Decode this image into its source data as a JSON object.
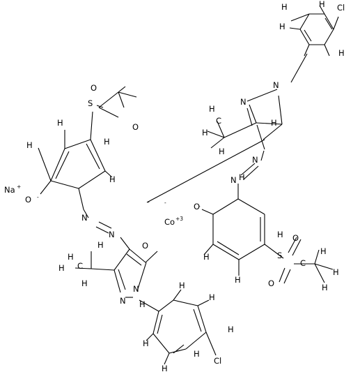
{
  "molecule": {
    "sodium_label": "Na",
    "sodium_charge": "+",
    "cobalt_label": "Co",
    "cobalt_charge": "+3",
    "atom_labels": [
      {
        "id": "cl1",
        "text": "Cl"
      },
      {
        "id": "h1",
        "text": "H"
      },
      {
        "id": "h2",
        "text": "H"
      },
      {
        "id": "h3",
        "text": "H"
      },
      {
        "id": "h4",
        "text": "H"
      },
      {
        "id": "n1",
        "text": "N"
      },
      {
        "id": "n2",
        "text": "N"
      },
      {
        "id": "s1",
        "text": "S"
      },
      {
        "id": "o1",
        "text": "O"
      },
      {
        "id": "o2",
        "text": "O"
      },
      {
        "id": "h5",
        "text": "H"
      },
      {
        "id": "h6",
        "text": "H"
      },
      {
        "id": "h7",
        "text": "H"
      },
      {
        "id": "h8",
        "text": "H"
      },
      {
        "id": "c1",
        "text": "C"
      },
      {
        "id": "h9",
        "text": "H"
      },
      {
        "id": "h10",
        "text": "H"
      },
      {
        "id": "h11",
        "text": "H"
      },
      {
        "id": "h12",
        "text": "H"
      },
      {
        "id": "n3",
        "text": "N"
      },
      {
        "id": "n4",
        "text": "N"
      },
      {
        "id": "o3",
        "text": "O"
      },
      {
        "id": "n5",
        "text": "N"
      },
      {
        "id": "n6",
        "text": "N"
      },
      {
        "id": "o4",
        "text": "O"
      },
      {
        "id": "h13",
        "text": "H"
      },
      {
        "id": "h14",
        "text": "H"
      },
      {
        "id": "h15",
        "text": "H"
      },
      {
        "id": "h16",
        "text": "H"
      },
      {
        "id": "s2",
        "text": "S"
      },
      {
        "id": "o5",
        "text": "O"
      },
      {
        "id": "o6",
        "text": "O"
      },
      {
        "id": "o7",
        "text": "O"
      },
      {
        "id": "c2",
        "text": "C"
      },
      {
        "id": "h17",
        "text": "H"
      },
      {
        "id": "h18",
        "text": "H"
      },
      {
        "id": "h19",
        "text": "H"
      },
      {
        "id": "n7",
        "text": "N"
      },
      {
        "id": "n8",
        "text": "N"
      },
      {
        "id": "h20",
        "text": "H"
      },
      {
        "id": "h21",
        "text": "H"
      },
      {
        "id": "c3",
        "text": "C"
      },
      {
        "id": "h22",
        "text": "H"
      },
      {
        "id": "h23",
        "text": "H"
      },
      {
        "id": "h24",
        "text": "H"
      },
      {
        "id": "h25",
        "text": "H"
      },
      {
        "id": "h26",
        "text": "H"
      },
      {
        "id": "h27",
        "text": "H"
      },
      {
        "id": "cl2",
        "text": "Cl"
      },
      {
        "id": "h28",
        "text": "H"
      },
      {
        "id": "h29",
        "text": "H"
      },
      {
        "id": "h30",
        "text": "H"
      }
    ],
    "anion_charges": [
      {
        "id": "q1",
        "text": "-"
      },
      {
        "id": "q2",
        "text": "-"
      },
      {
        "id": "q3",
        "text": "-"
      },
      {
        "id": "q4",
        "text": "-"
      }
    ]
  }
}
